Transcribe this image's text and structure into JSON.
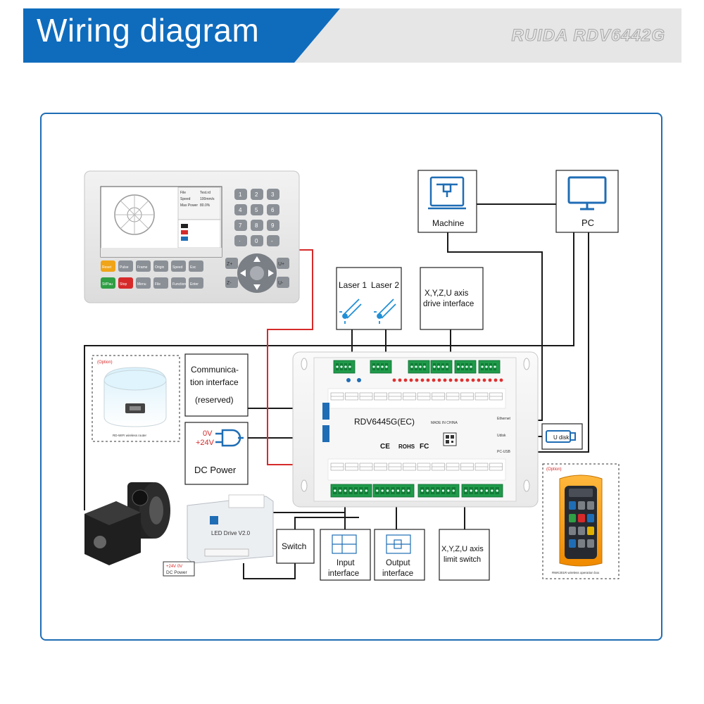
{
  "header": {
    "title": "Wiring diagram",
    "model": "RUIDA RDV6442G"
  },
  "controller": {
    "model_label": "RDV6445G(EC)",
    "made_in": "MADE IN CHINA",
    "marks": [
      "CE",
      "ROHS",
      "FC"
    ],
    "port_labels": {
      "ethernet": "Ethernet",
      "usb_host": "Udisk",
      "pc": "PC-USB"
    }
  },
  "boxes": {
    "machine": "Machine",
    "pc": "PC",
    "laser1": "Laser 1",
    "laser2": "Laser 2",
    "drive_line1": "X,Y,Z,U axis",
    "drive_line2": "drive interface",
    "comm_line1": "Communica-",
    "comm_line2": "tion interface",
    "comm_line3": "(reserved)",
    "power_0v": "0V",
    "power_24v": "+24V",
    "dc_power": "DC Power",
    "switch": "Switch",
    "input_line1": "Input",
    "input_line2": "interface",
    "output_line1": "Output",
    "output_line2": "interface",
    "limit_line1": "X,Y,Z,U axis",
    "limit_line2": "limit switch",
    "udisk": "U disk"
  },
  "accessories": {
    "router_option": "(Option)",
    "router_caption": "RD-WIFI wireless router",
    "handbox_option": "(Option)",
    "handbox_caption": "RWK301R wireless operation box",
    "led_drive_title": "LED Drive V2.0",
    "led_drive_power": "+24V 0V",
    "led_drive_power_caption": "DC Power"
  },
  "panel": {
    "keys_top": [
      "Reset",
      "Pulse",
      "Frame",
      "Origin",
      "Speed",
      "Esc"
    ],
    "keys_bottom": [
      "St/Pau",
      "Stop",
      "Menu",
      "File",
      "Function",
      "Enter"
    ],
    "keypad": [
      "1",
      "2",
      "3",
      "4",
      "5",
      "6",
      "7",
      "8",
      "9",
      "·",
      "0",
      "-"
    ],
    "axis_keys": [
      "Z+",
      "Z-",
      "U+",
      "U-"
    ],
    "status_rows": [
      "File",
      "Speed",
      "Max Power"
    ],
    "status_values": [
      "Test.rd",
      "100mm/s",
      "80.0%"
    ]
  },
  "colors": {
    "brand_blue": "#0f6cbd",
    "frame_blue": "#1f6db5",
    "signal_red": "#d62a2a",
    "wire": "#1a1a1a",
    "terminal_green": "#1f9a4a"
  }
}
